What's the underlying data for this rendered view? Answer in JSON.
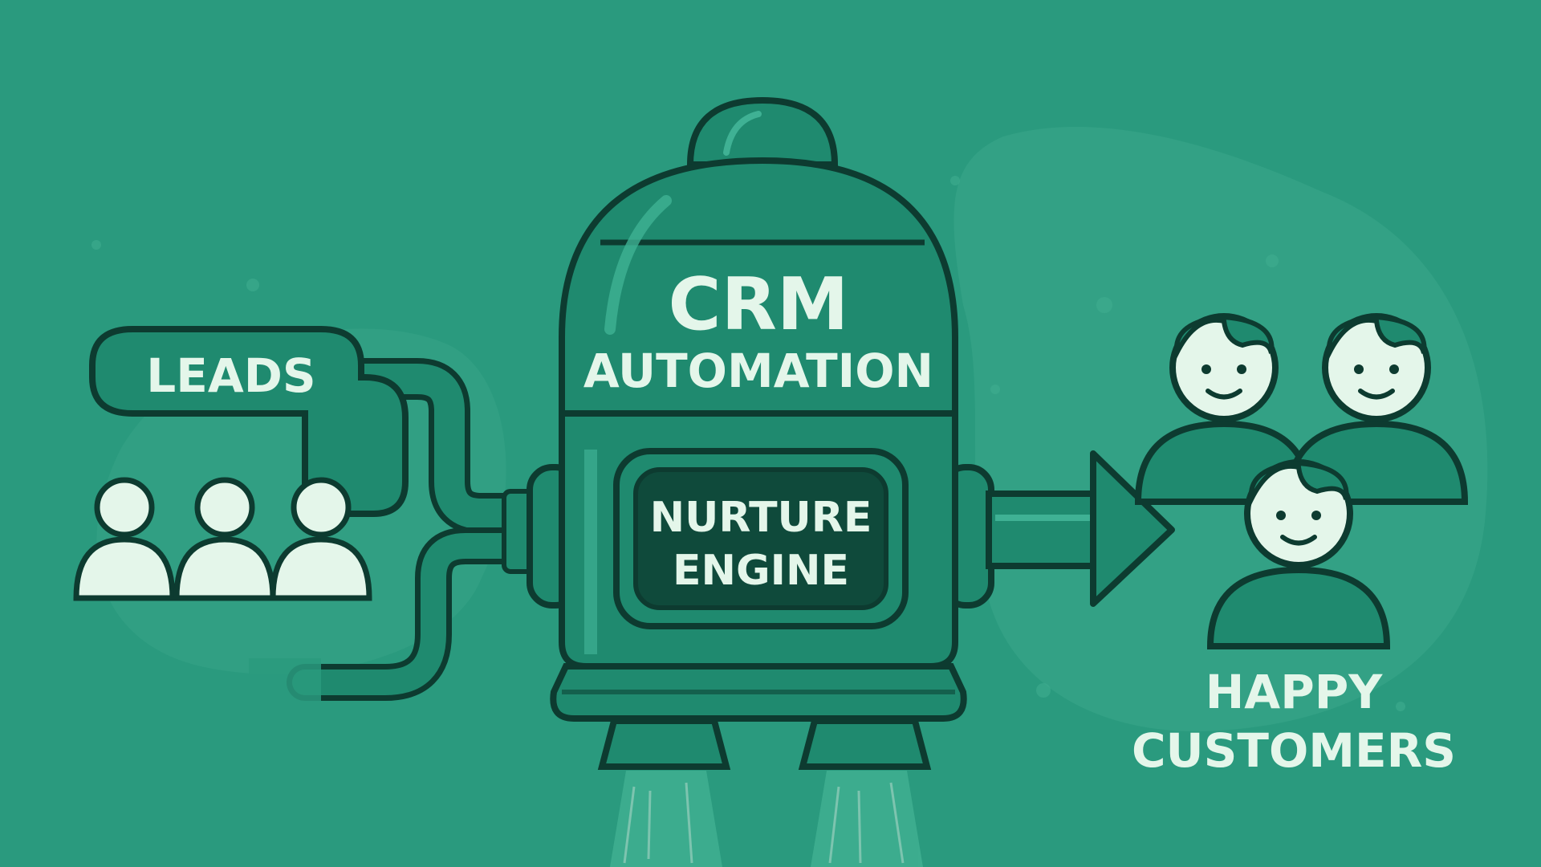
{
  "diagram": {
    "leads": {
      "label": "LEADS",
      "people_count": 3
    },
    "machine": {
      "title": "CRM",
      "subtitle": "AUTOMATION",
      "panel_line1": "NURTURE",
      "panel_line2": "ENGINE"
    },
    "customers": {
      "line1": "HAPPY",
      "line2": "CUSTOMERS",
      "people_count": 3
    }
  },
  "colors": {
    "background": "#2a9a7e",
    "blob": "#3aa78a",
    "machine_body": "#1f8a6f",
    "machine_dark": "#14604d",
    "panel": "#0f4a3b",
    "outline": "#0d3b30",
    "text_light": "#e4f6ea"
  },
  "icons": [
    "people-group-icon",
    "rocket-machine-icon",
    "arrow-right-icon",
    "happy-people-icon"
  ]
}
